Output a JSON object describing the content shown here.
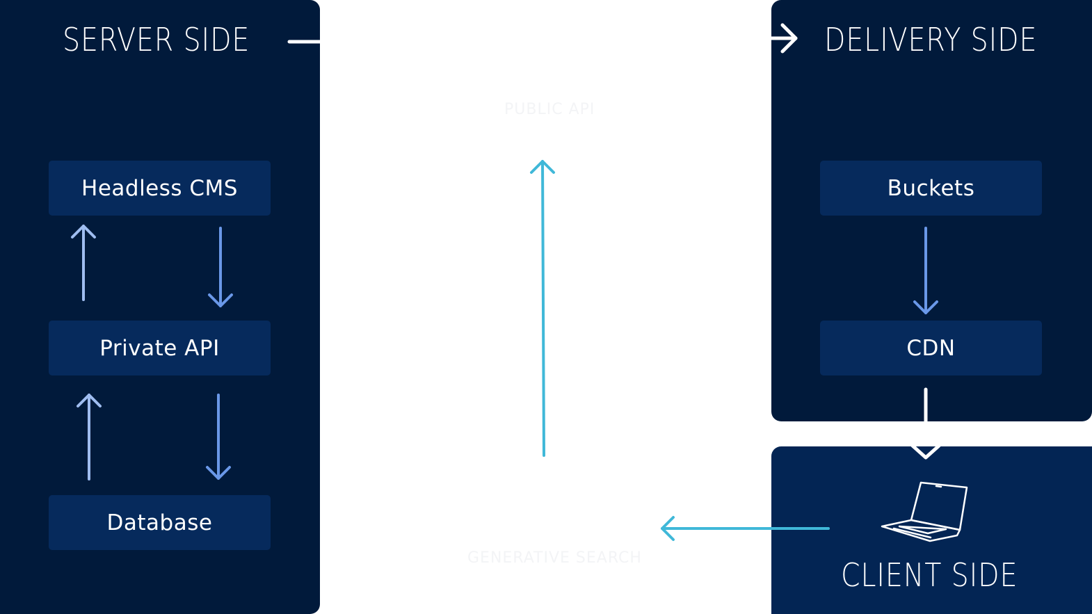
{
  "server_side": {
    "title": "SERVER SIDE",
    "boxes": {
      "headless_cms": "Headless CMS",
      "private_api": "Private API",
      "database": "Database"
    }
  },
  "delivery_side": {
    "title": "DELIVERY SIDE",
    "boxes": {
      "buckets": "Buckets",
      "cdn": "CDN"
    }
  },
  "client_side": {
    "title": "CLIENT SIDE"
  },
  "center_labels": {
    "public_api": "PUBLIC API",
    "generative_search": "GENERATIVE SEARCH"
  },
  "colors": {
    "panel_dark": "#011a3b",
    "panel_client": "#032554",
    "box": "#062a5c",
    "arrow_light_blue": "#9fbdf0",
    "arrow_blue": "#6a98e8",
    "arrow_cyan": "#40b8d8",
    "white": "#ffffff"
  },
  "icons": [
    "laptop-icon"
  ]
}
